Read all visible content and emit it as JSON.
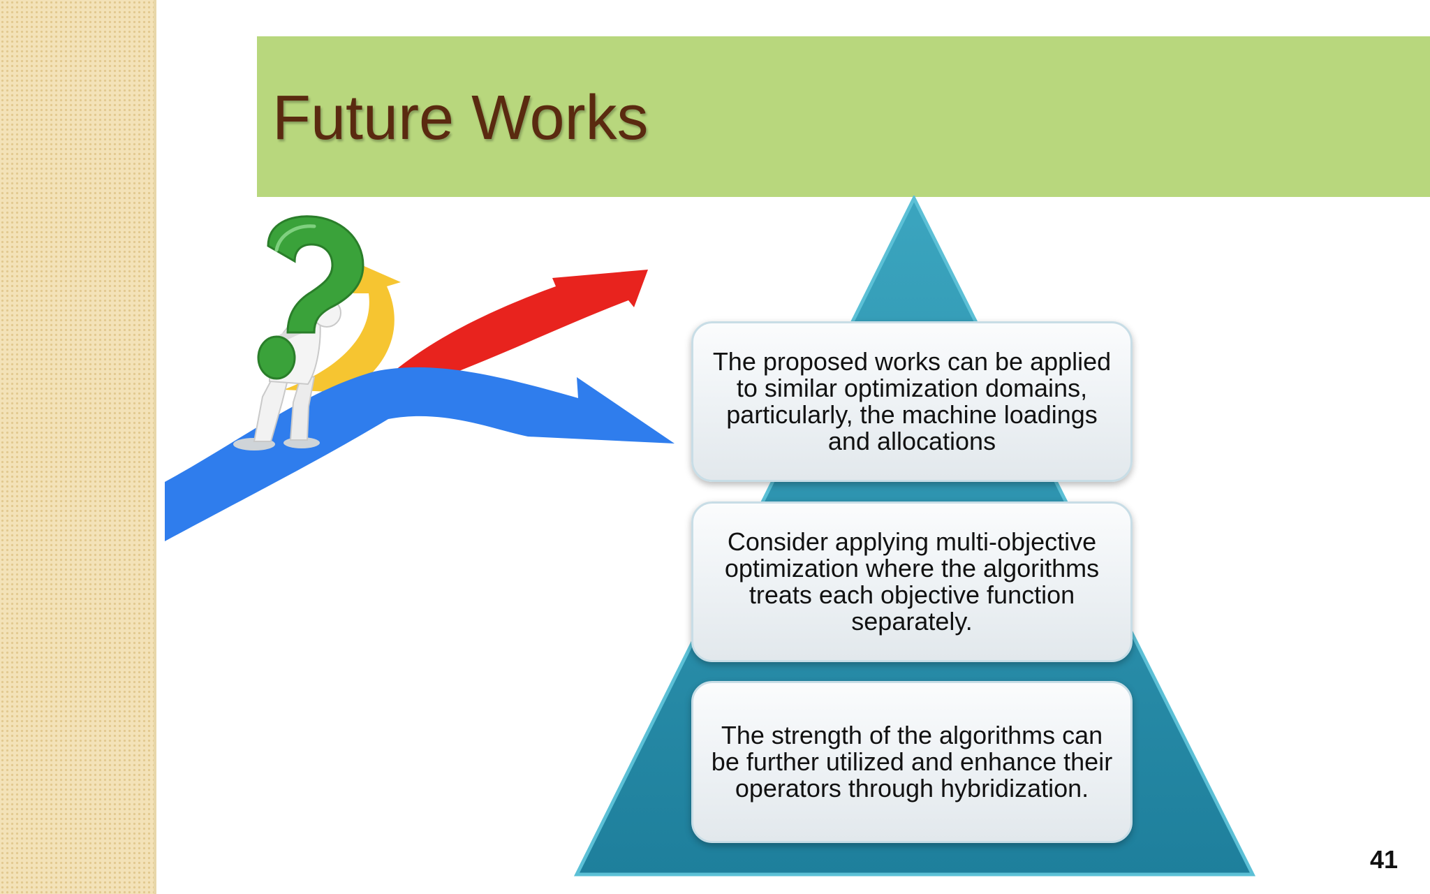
{
  "slide": {
    "title": "Future Works",
    "page_number": "41"
  },
  "pyramid": {
    "levels": [
      "The proposed works can be applied to similar optimization domains, particularly, the machine loadings and allocations",
      "Consider applying multi-objective optimization where the algorithms treats each objective function separately.",
      "The strength of the algorithms can be further utilized and enhance their operators through hybridization."
    ]
  },
  "colors": {
    "title_band": "#b8d77d",
    "title_text": "#5a2a10",
    "pyramid": "#2a8fae",
    "side_strip": "#f3e2b8"
  },
  "icons": {
    "illustration": "person-carrying-question-mark-with-arrows"
  }
}
